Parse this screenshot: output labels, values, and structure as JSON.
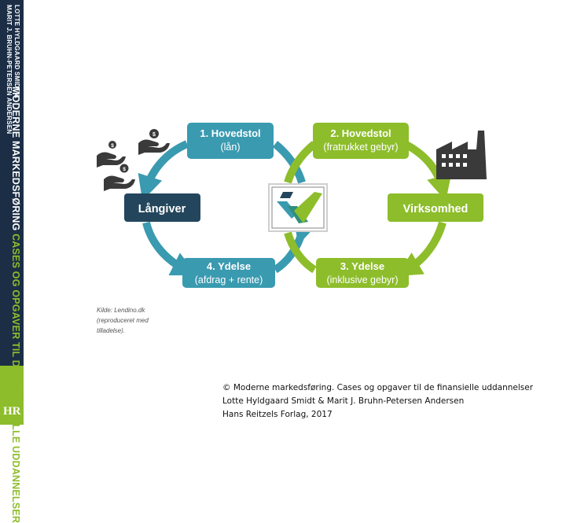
{
  "spine": {
    "authors_line1": "LOTTE HYLDGAARD SMIDT &",
    "authors_line2": "MARIT J. BRUHN-PETERSEN ANDERSEN",
    "title_main": "MODERNE MARKEDSFØRING",
    "title_sub": "CASES OG OPGAVER TIL DE FINANSIELLE UDDANNELSER",
    "publisher_logo": "HR",
    "colors": {
      "dark": "#1c2e46",
      "green": "#8dbd2b"
    }
  },
  "diagram": {
    "box1": {
      "line1": "1. Hovedstol",
      "line2": "(lån)"
    },
    "box2": {
      "line1": "2. Hovedstol",
      "line2": "(fratrukket gebyr)"
    },
    "box3": {
      "line1": "3. Ydelse",
      "line2": "(inklusive gebyr)"
    },
    "box4": {
      "line1": "4. Ydelse",
      "line2": "(afdrag + rente)"
    },
    "lender": "Långiver",
    "company": "Virksomhed",
    "coin_symbol": "$",
    "colors": {
      "teal": "#3a9ab0",
      "green": "#8dbd2b",
      "navy": "#23465c"
    },
    "icons": [
      "money-hands-icon",
      "factory-icon",
      "lendino-logo-icon"
    ]
  },
  "source": {
    "line1": "Kilde: Lendino.dk",
    "line2": "(reproduceret med",
    "line3": "tilladelse)."
  },
  "copyright": {
    "line1": "© Moderne markedsføring. Cases og opgaver til de finansielle uddannelser",
    "line2": "Lotte Hyldgaard Smidt & Marit J. Bruhn-Petersen Andersen",
    "line3": "Hans Reitzels Forlag, 2017"
  }
}
